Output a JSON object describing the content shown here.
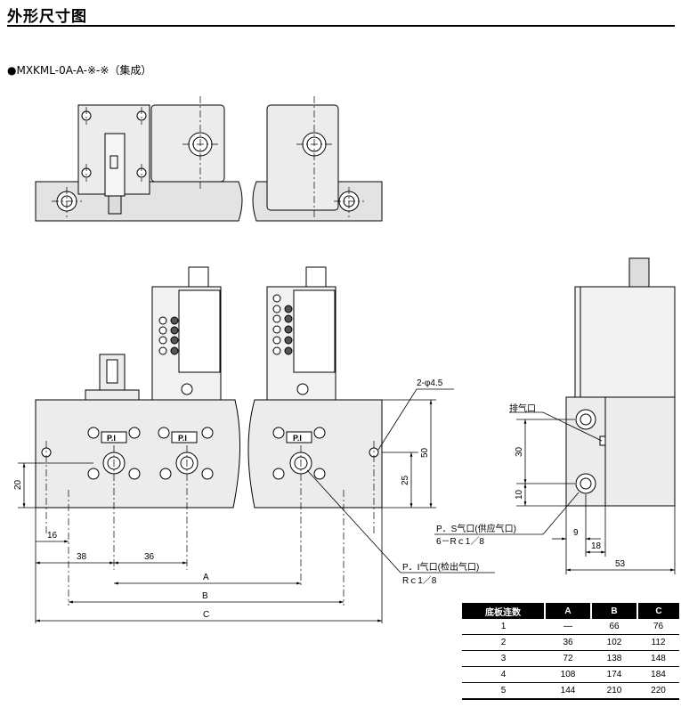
{
  "header": {
    "title": "外形尺寸图",
    "model": "●MXKML-0A-A-※-※（集成）"
  },
  "labels": {
    "port_pi": "P.I",
    "hole": "2-φ4.5",
    "exhaust": "排气口",
    "supply_port": "P．S气口(供应气口)",
    "supply_thread": "6－Rｃ1／8",
    "detect_port": "P．Ⅰ气口(检出气口)",
    "detect_thread": "Rｃ1／8",
    "dim_A": "A",
    "dim_B": "B",
    "dim_C": "C",
    "dim_16": "16",
    "dim_38": "38",
    "dim_36": "36",
    "dim_20": "20",
    "dim_25": "25",
    "dim_50": "50",
    "dim_30": "30",
    "dim_10": "10",
    "dim_9": "9",
    "dim_18": "18",
    "dim_53": "53"
  },
  "table": {
    "headers": [
      "底板连数",
      "A",
      "B",
      "C"
    ],
    "rows": [
      [
        "1",
        "—",
        "66",
        "76"
      ],
      [
        "2",
        "36",
        "102",
        "112"
      ],
      [
        "3",
        "72",
        "138",
        "148"
      ],
      [
        "4",
        "108",
        "174",
        "184"
      ],
      [
        "5",
        "144",
        "210",
        "220"
      ]
    ]
  }
}
